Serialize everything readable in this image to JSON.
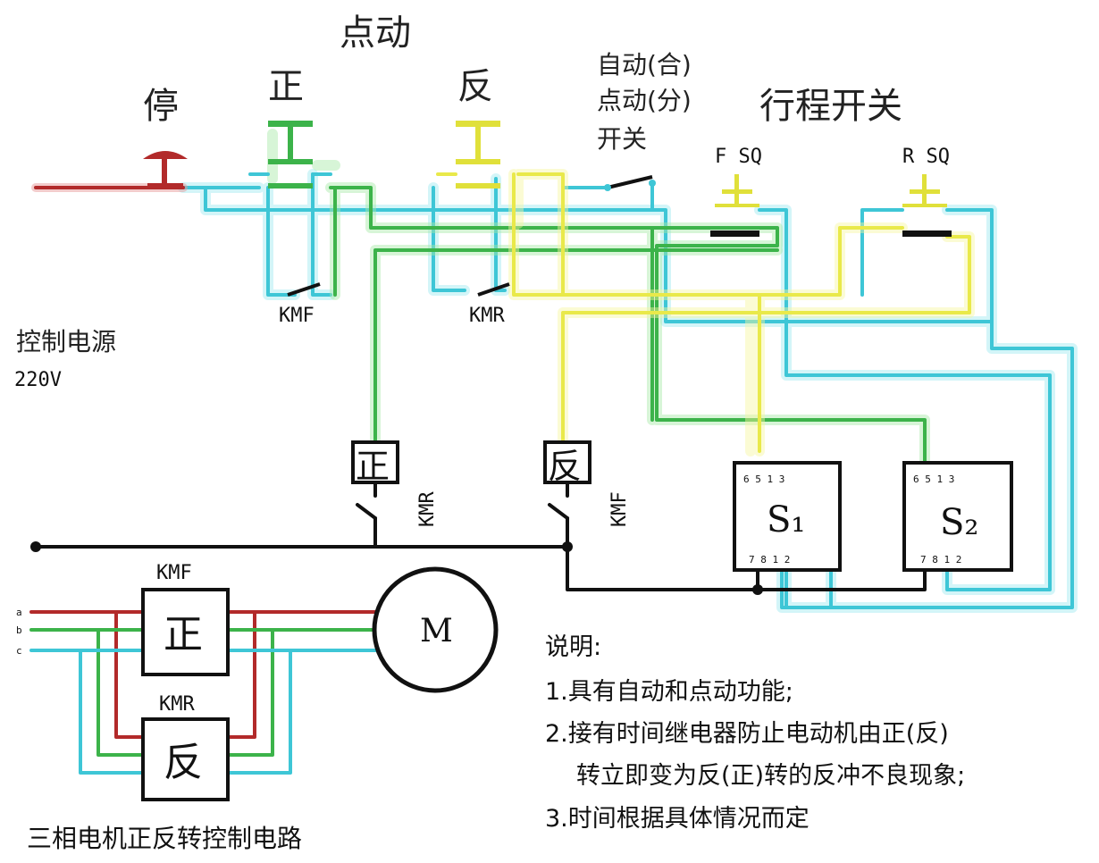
{
  "labels": {
    "stop": "停",
    "forward": "正",
    "reverse": "反",
    "jog": "点动",
    "auto_switch_line1": "自动(合)",
    "auto_switch_line2": "点动(分)",
    "auto_switch_line3": "开关",
    "limit_switch": "行程开关",
    "f_sq": "F SQ",
    "r_sq": "R SQ",
    "kmf": "KMF",
    "kmr": "KMR",
    "power_line1": "控制电源",
    "power_line2": "220V",
    "coil_forward": "正",
    "coil_reverse": "反",
    "s1": "S₁",
    "s2": "S₂",
    "motor": "M",
    "contactor_forward": "正",
    "contactor_reverse": "反",
    "relay_pins_top": "6 5 1 3",
    "relay_pins_bottom": "7 8 1 2",
    "phase_a": "a",
    "phase_b": "b",
    "phase_c": "c",
    "caption": "三相电机正反转控制电路"
  },
  "notes": {
    "title": "说明:",
    "item1": "1.具有自动和点动功能;",
    "item2_line1": "2.接有时间继电器防止电动机由正(反)",
    "item2_line2": "转立即变为反(正)转的反冲不良现象;",
    "item3": "3.时间根据具体情况而定"
  },
  "colors": {
    "red": "#b22a2a",
    "green": "#3cb34a",
    "cyan": "#3ec6d6",
    "yellow": "#e9e94a",
    "black": "#111111"
  }
}
